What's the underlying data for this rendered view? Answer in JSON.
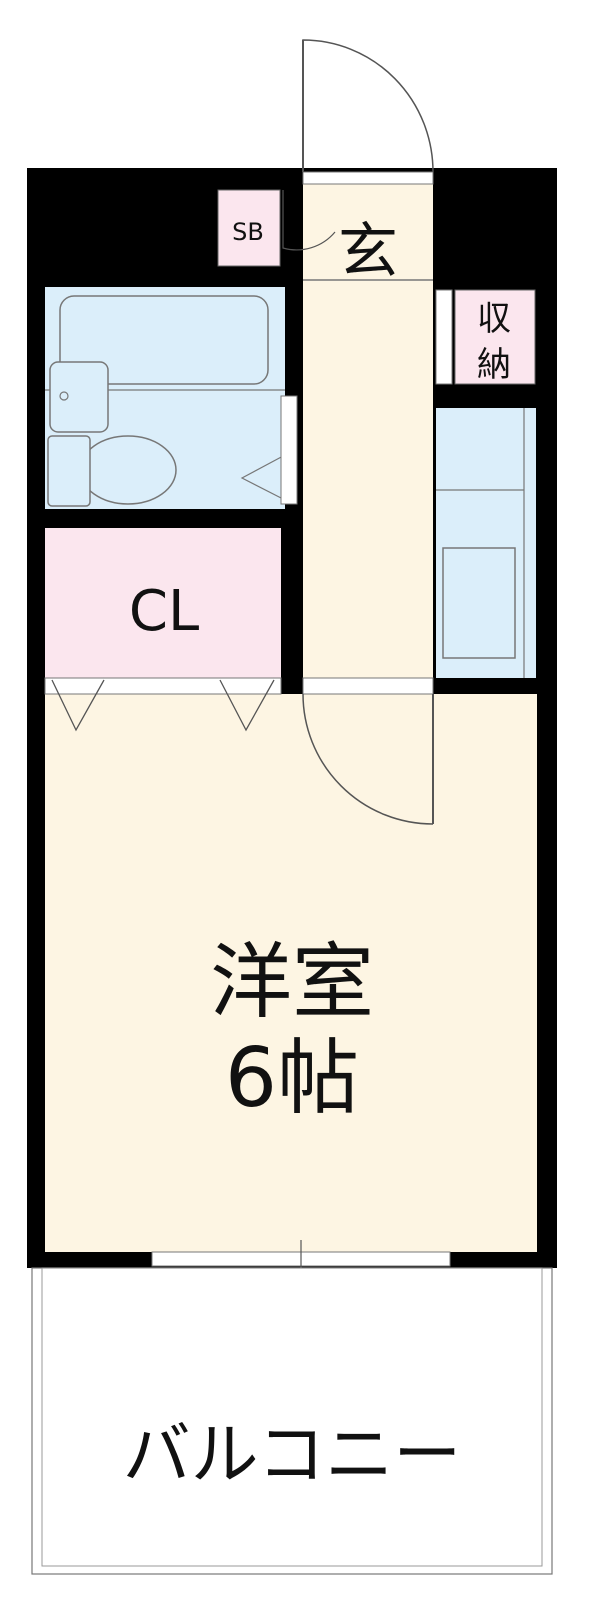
{
  "rooms": {
    "entrance": "玄",
    "shoe_box": "SB",
    "storage_line1": "収",
    "storage_line2": "納",
    "closet": "CL",
    "western_room_line1": "洋室",
    "western_room_line2": "6帖",
    "balcony": "バルコニー"
  },
  "colors": {
    "wall": "#000000",
    "room_floor": "#fdf5e3",
    "wet_area": "#dbeefa",
    "closet": "#fbe6ee",
    "balcony": "#ffffff",
    "line": "#555555"
  }
}
